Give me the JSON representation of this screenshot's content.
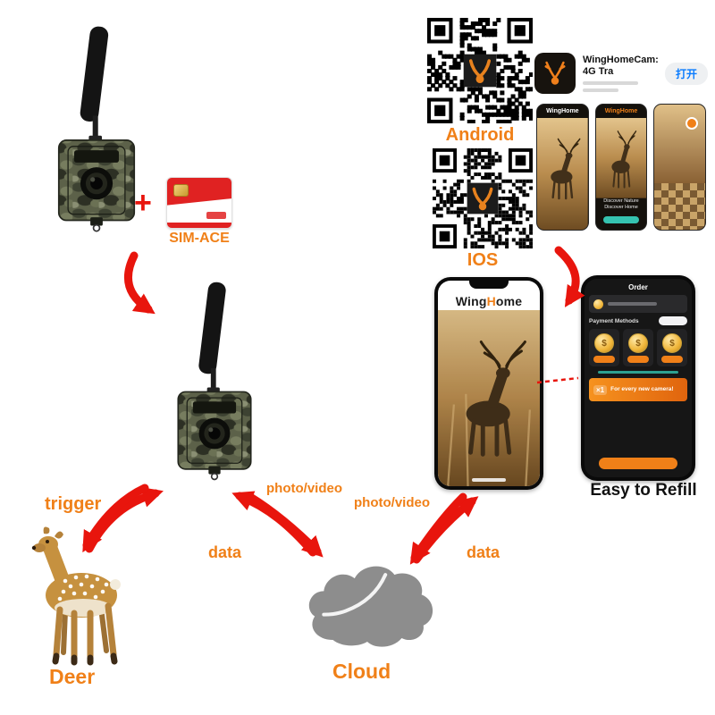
{
  "colors": {
    "orange": "#f08018",
    "red": "#e8150d",
    "cloud_gray": "#8d8d8d",
    "sim_red": "#e02222",
    "teal": "#35c3b0",
    "ios_blue": "#0a7cff"
  },
  "labels": {
    "plus": "+",
    "sim": "SIM-ACE",
    "android": "Android",
    "ios": "IOS",
    "trigger": "trigger",
    "photo_video_left": "photo/video",
    "photo_video_right": "photo/video",
    "data_left": "data",
    "data_right": "data",
    "deer": "Deer",
    "cloud": "Cloud",
    "easy_refill": "Easy to Refill"
  },
  "app_store": {
    "app_name": "WingHomeCam: 4G Tra",
    "open_button": "打开"
  },
  "screens": {
    "shot1_title": "WingHome",
    "shot2_title": "WingHome",
    "shot2_sub1": "Discover Nature",
    "shot2_sub2": "Discover Home"
  },
  "phone_main": {
    "brand_pre": "Wing",
    "brand_accent": "H",
    "brand_post": "ome"
  },
  "phone_refill": {
    "title": "Order",
    "payment_methods": "Payment Methods",
    "coin_symbol": "$",
    "promo_badge": "×1",
    "promo_text": "For every new camera!"
  }
}
